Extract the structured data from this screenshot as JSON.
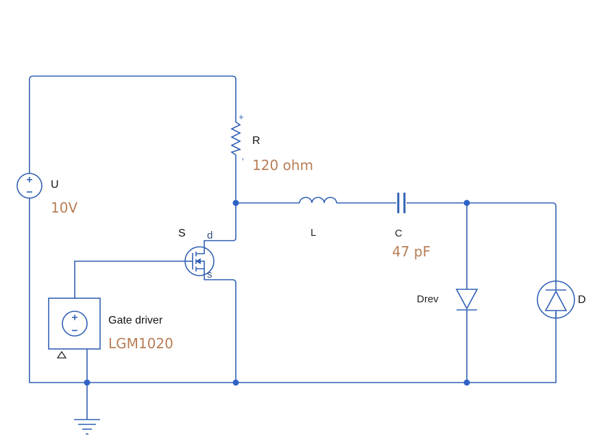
{
  "colors": {
    "wire": "#2f5fb3",
    "node": "#2f63c7",
    "value": "#b87d55",
    "label": "#111111"
  },
  "source": {
    "name": "U",
    "value": "10V",
    "plus": "+",
    "minus": "−"
  },
  "resistor": {
    "name": "R",
    "value": "120 ohm",
    "plus_mark": "+",
    "minus_mark": "'"
  },
  "inductor": {
    "name": "L"
  },
  "capacitor": {
    "name": "C",
    "value": "47 pF"
  },
  "switch": {
    "name": "S",
    "drain_pin": "d",
    "source_pin": "s"
  },
  "gate_driver": {
    "name": "Gate driver",
    "value": "LGM1020",
    "plus": "+",
    "minus": "−"
  },
  "diode_rev": {
    "name": "Drev"
  },
  "diode_led": {
    "name": "D"
  },
  "icons": [
    "voltage-source-icon",
    "resistor-icon",
    "inductor-icon",
    "capacitor-icon",
    "mosfet-icon",
    "diode-icon",
    "led-icon",
    "ground-icon"
  ]
}
